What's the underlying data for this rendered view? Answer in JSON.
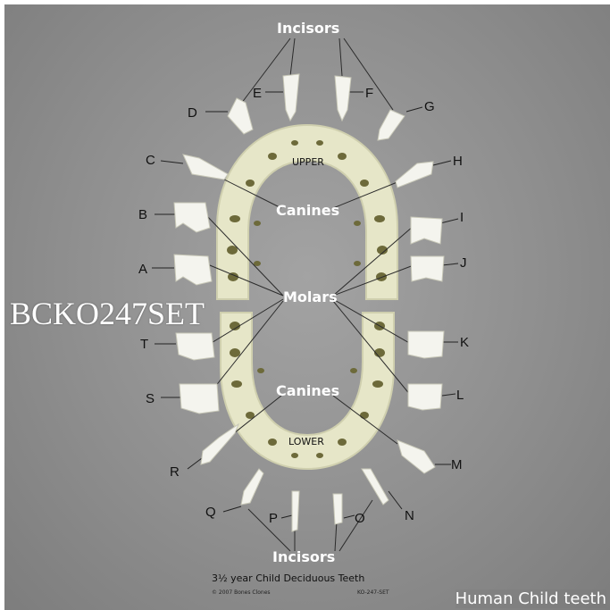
{
  "labels": {
    "incisors": "Incisors",
    "canines": "Canines",
    "molars": "Molars",
    "upper": "UPPER",
    "lower": "LOWER"
  },
  "teeth": [
    "A",
    "B",
    "C",
    "D",
    "E",
    "F",
    "G",
    "H",
    "I",
    "J",
    "K",
    "L",
    "M",
    "N",
    "O",
    "P",
    "Q",
    "R",
    "S",
    "T"
  ],
  "caption": {
    "title": "3½ year Child Deciduous Teeth",
    "copyright": "© 2007 Bones Clones",
    "code": "KO-247-SET"
  },
  "watermark": "BCKO247SET",
  "corner_label": "Human Child teeth",
  "colors": {
    "background": "#8f8f8f",
    "bone": "#e6e6c8",
    "tooth": "#f4f4ee",
    "label_white": "#ffffff"
  }
}
